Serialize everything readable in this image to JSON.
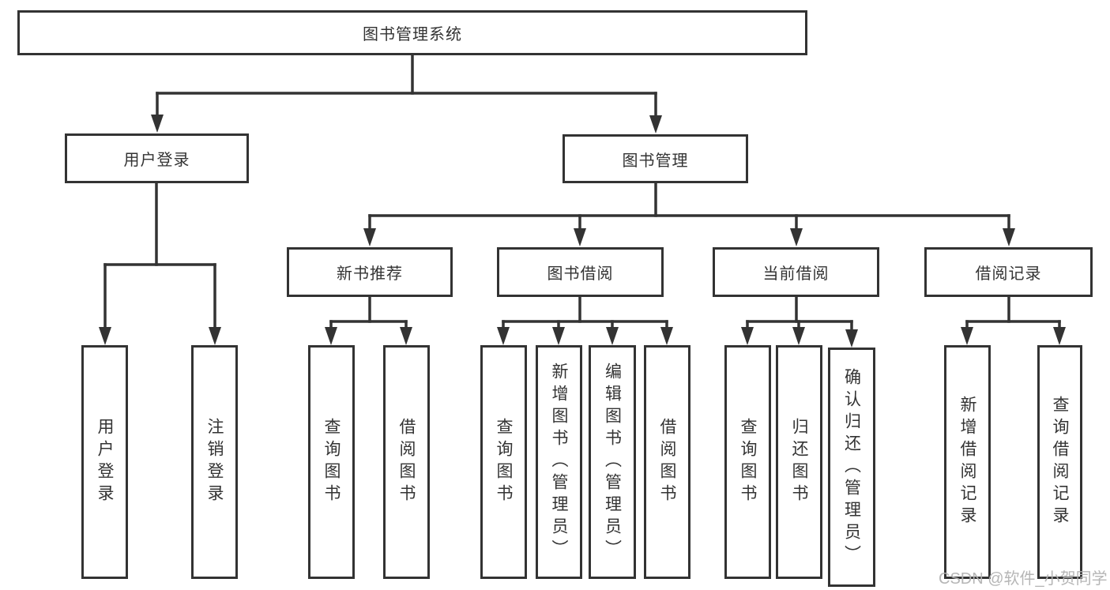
{
  "diagram": {
    "root": {
      "label": "图书管理系统"
    },
    "level2": [
      {
        "id": "user-login",
        "label": "用户登录"
      },
      {
        "id": "book-management",
        "label": "图书管理"
      }
    ],
    "level3": [
      {
        "id": "new-book-recommend",
        "label": "新书推荐"
      },
      {
        "id": "book-borrow",
        "label": "图书借阅"
      },
      {
        "id": "current-borrow",
        "label": "当前借阅"
      },
      {
        "id": "borrow-records",
        "label": "借阅记录"
      }
    ],
    "leaves": [
      {
        "group": "user-login",
        "label": "用户登录"
      },
      {
        "group": "user-login",
        "label": "注销登录"
      },
      {
        "group": "new-book-recommend",
        "label": "查询图书"
      },
      {
        "group": "new-book-recommend",
        "label": "借阅图书"
      },
      {
        "group": "book-borrow",
        "label": "查询图书"
      },
      {
        "group": "book-borrow",
        "label": "新增图书（管理员）"
      },
      {
        "group": "book-borrow",
        "label": "编辑图书（管理员）"
      },
      {
        "group": "book-borrow",
        "label": "借阅图书"
      },
      {
        "group": "current-borrow",
        "label": "查询图书"
      },
      {
        "group": "current-borrow",
        "label": "归还图书"
      },
      {
        "group": "current-borrow",
        "label": "确认归还（管理员）"
      },
      {
        "group": "borrow-records",
        "label": "新增借阅记录"
      },
      {
        "group": "borrow-records",
        "label": "查询借阅记录"
      }
    ]
  },
  "watermark": {
    "text": "CSDN @软件_小贺同学"
  },
  "colors": {
    "line": "#333333",
    "box_border": "#333333",
    "text": "#333333",
    "watermark": "#b2b2b2",
    "background": "#ffffff"
  }
}
